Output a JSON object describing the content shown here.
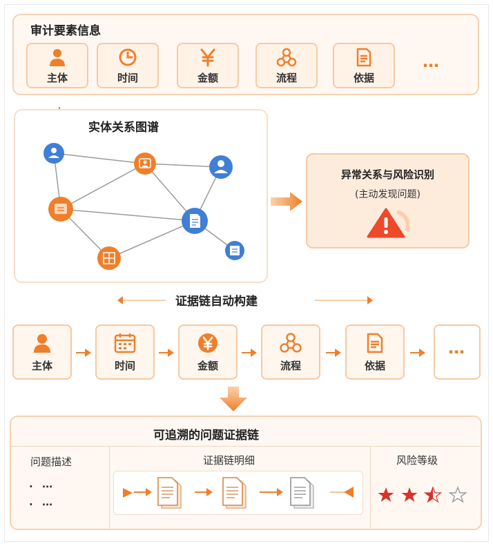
{
  "audit_elements": {
    "title": "审计要素信息",
    "items": [
      {
        "label": "主体",
        "icon": "person-icon"
      },
      {
        "label": "时间",
        "icon": "clock-icon"
      },
      {
        "label": "金额",
        "icon": "yen-icon"
      },
      {
        "label": "流程",
        "icon": "process-icon"
      },
      {
        "label": "依据",
        "icon": "document-icon"
      }
    ],
    "more": "⋯"
  },
  "entity_graph": {
    "title": "实体关系图谱"
  },
  "risk_detection": {
    "title": "异常关系与风险识别",
    "subtitle": "(主动发现问题)",
    "icon": "warning-icon"
  },
  "evidence_build": {
    "title": "证据链自动构建",
    "steps": [
      {
        "label": "主体",
        "icon": "person-icon"
      },
      {
        "label": "时间",
        "icon": "calendar-icon"
      },
      {
        "label": "金额",
        "icon": "yen-coin-icon"
      },
      {
        "label": "流程",
        "icon": "process-icon"
      },
      {
        "label": "依据",
        "icon": "document-icon"
      }
    ],
    "more": "⋯"
  },
  "traceable_chain": {
    "title": "可追溯的问题证据链",
    "col_desc": "问题描述",
    "col_detail": "证据链明细",
    "col_risk": "风险等级",
    "desc_rows": [
      "· ⋯",
      "· ⋯"
    ],
    "risk_stars": {
      "filled": 2.5,
      "total": 4
    }
  },
  "colors": {
    "accent": "#ef7f2a",
    "blue_node": "#3f7fd6",
    "panel_border": "#f7d2b0",
    "panel_bg": "#fff8f2",
    "star": "#d8322b"
  }
}
